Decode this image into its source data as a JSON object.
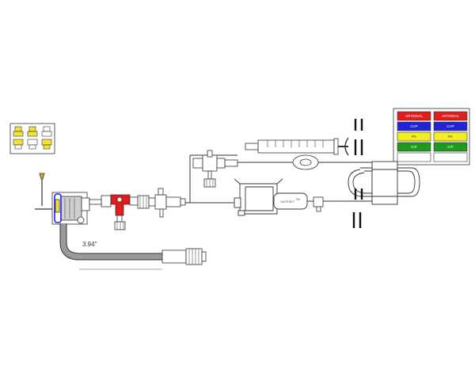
{
  "colors": {
    "red": "#e21b1b",
    "blue": "#2323d6",
    "yellow": "#f2ee22",
    "green": "#1f9a1f",
    "tube_gray": "#9a9a9a",
    "line": "#333333",
    "cap_yellow": "#f2e23a"
  },
  "legend": {
    "rows": [
      {
        "color": "red",
        "left": "ARTERIAL",
        "right": "ARTERIAL"
      },
      {
        "color": "blue",
        "left": "CVP",
        "right": "CVP"
      },
      {
        "color": "yellow",
        "left": "PA",
        "right": "PA"
      },
      {
        "color": "green",
        "left": "ICP",
        "right": "ICP"
      },
      {
        "color": "white",
        "left": "",
        "right": ""
      }
    ]
  },
  "labels": {
    "length": "3.94\"",
    "transducer_brand": "SAFESET",
    "transducer_mark": "TM"
  },
  "icons": [
    "connector-cap-icon"
  ]
}
